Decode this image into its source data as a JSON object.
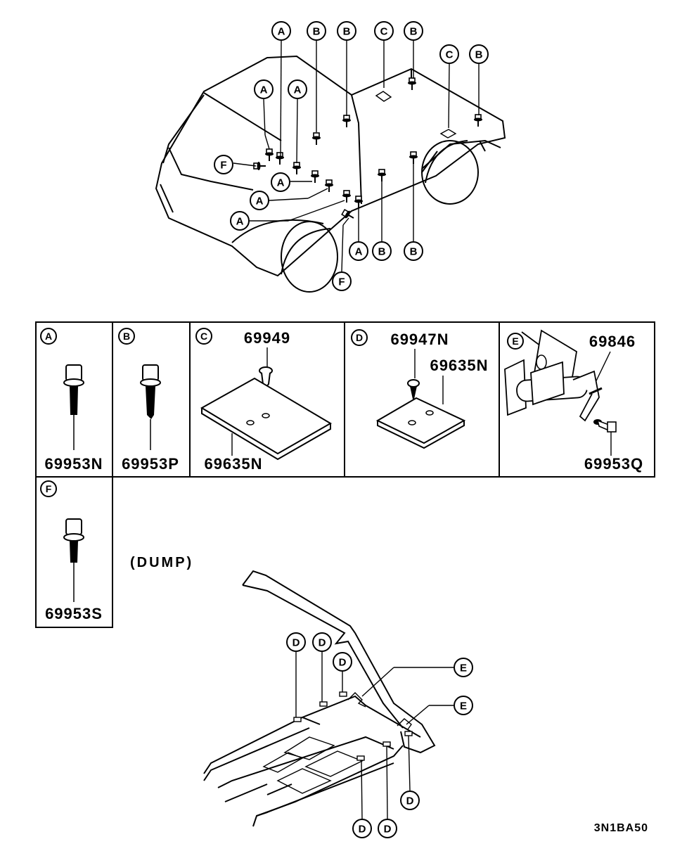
{
  "callouts": {
    "A": "A",
    "B": "B",
    "C": "C",
    "D": "D",
    "E": "E",
    "F": "F"
  },
  "legend": {
    "A": {
      "letter": "A",
      "parts": [
        "69953N"
      ]
    },
    "B": {
      "letter": "B",
      "parts": [
        "69953P"
      ]
    },
    "C": {
      "letter": "C",
      "parts": [
        "69949",
        "69635N"
      ]
    },
    "D": {
      "letter": "D",
      "parts": [
        "69947N",
        "69635N"
      ]
    },
    "E": {
      "letter": "E",
      "parts": [
        "69846",
        "69953Q"
      ]
    },
    "F": {
      "letter": "F",
      "parts": [
        "69953S"
      ]
    }
  },
  "dump_label": "(DUMP)",
  "diagram_code": "3N1BA50"
}
